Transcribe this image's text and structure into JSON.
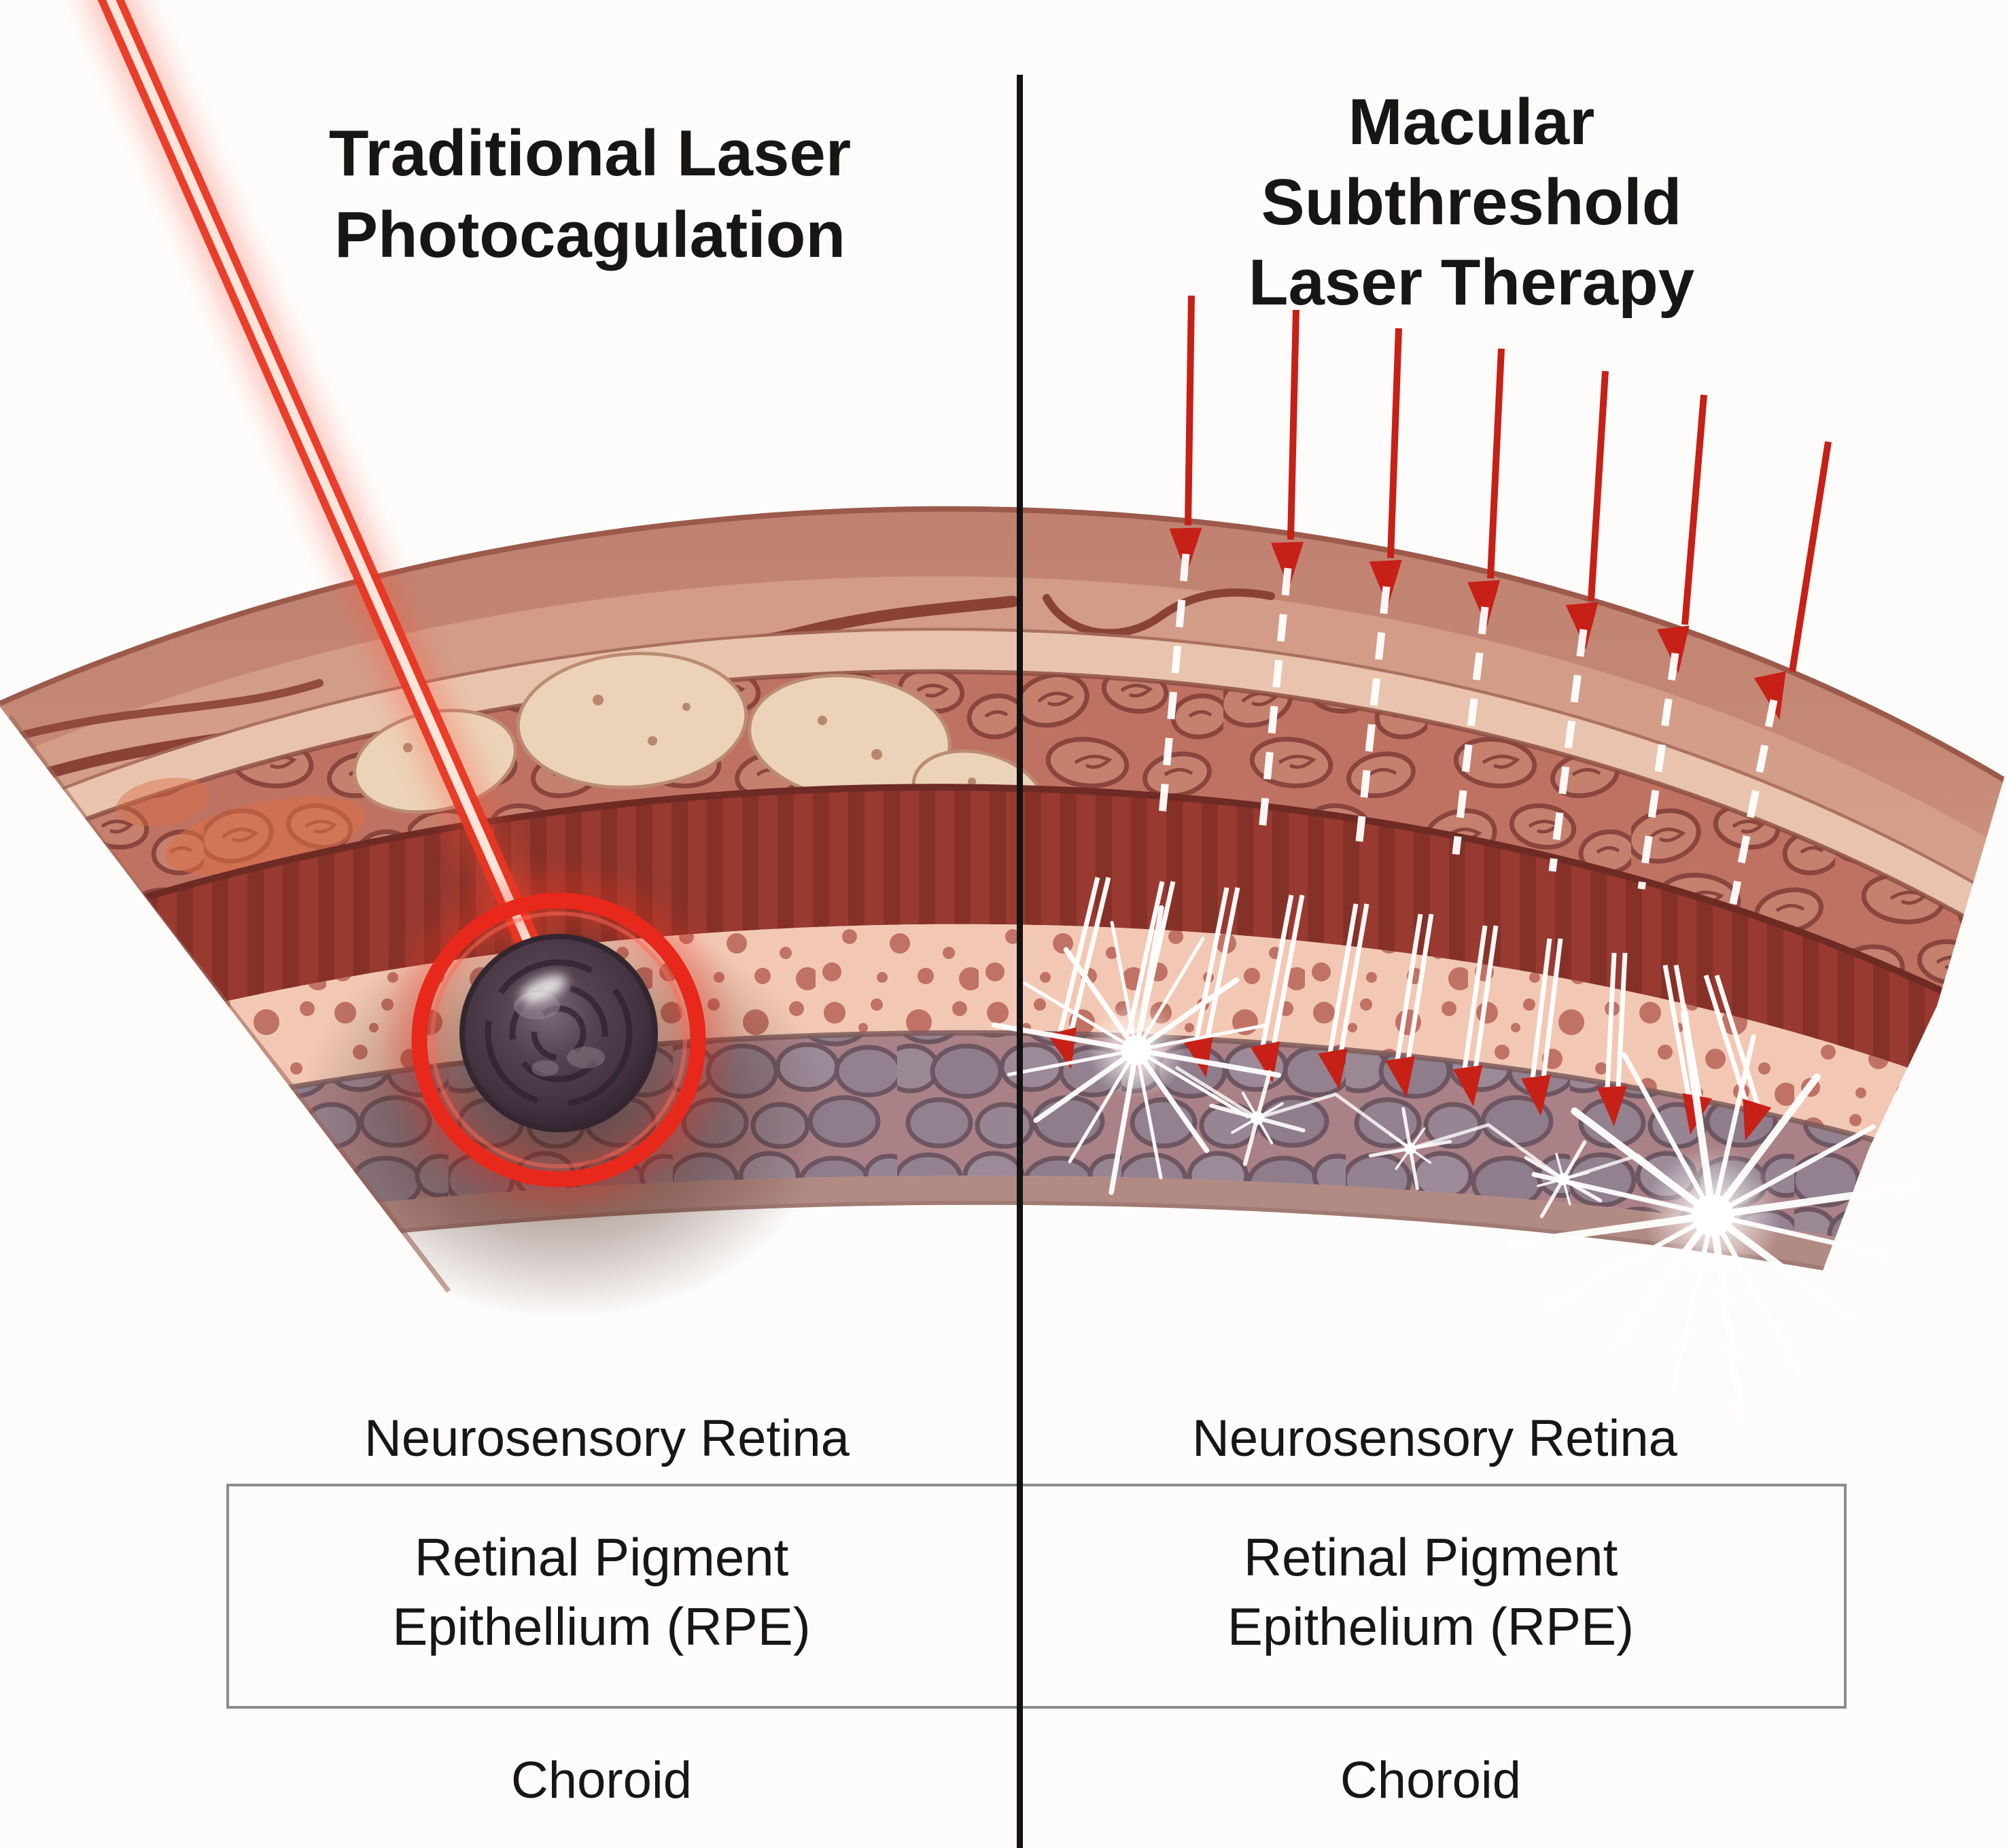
{
  "figure": {
    "titles": {
      "left": {
        "line1": "Traditional Laser",
        "line2": "Photocagulation"
      },
      "right": {
        "line1": "Macular",
        "line2": "Subthreshold",
        "line3": "Laser Therapy"
      }
    },
    "layer_labels": {
      "left": {
        "neurosensory": "Neurosensory Retina",
        "rpe_line1": "Retinal Pigment",
        "rpe_line2": "Epithellium (RPE)",
        "choroid": "Choroid"
      },
      "right": {
        "neurosensory": "Neurosensory Retina",
        "rpe_line1": "Retinal Pigment",
        "rpe_line2": "Epithelium (RPE)",
        "choroid": "Choroid"
      }
    },
    "colors": {
      "background": "#fdfcfb",
      "text": "#161616",
      "divider": "#121212",
      "box_border": "#8c8c8c",
      "laser_red": "#e83723",
      "laser_core": "#ffe4da",
      "arrow_red": "#c62017",
      "lesion_ring": "#e8281a"
    }
  }
}
